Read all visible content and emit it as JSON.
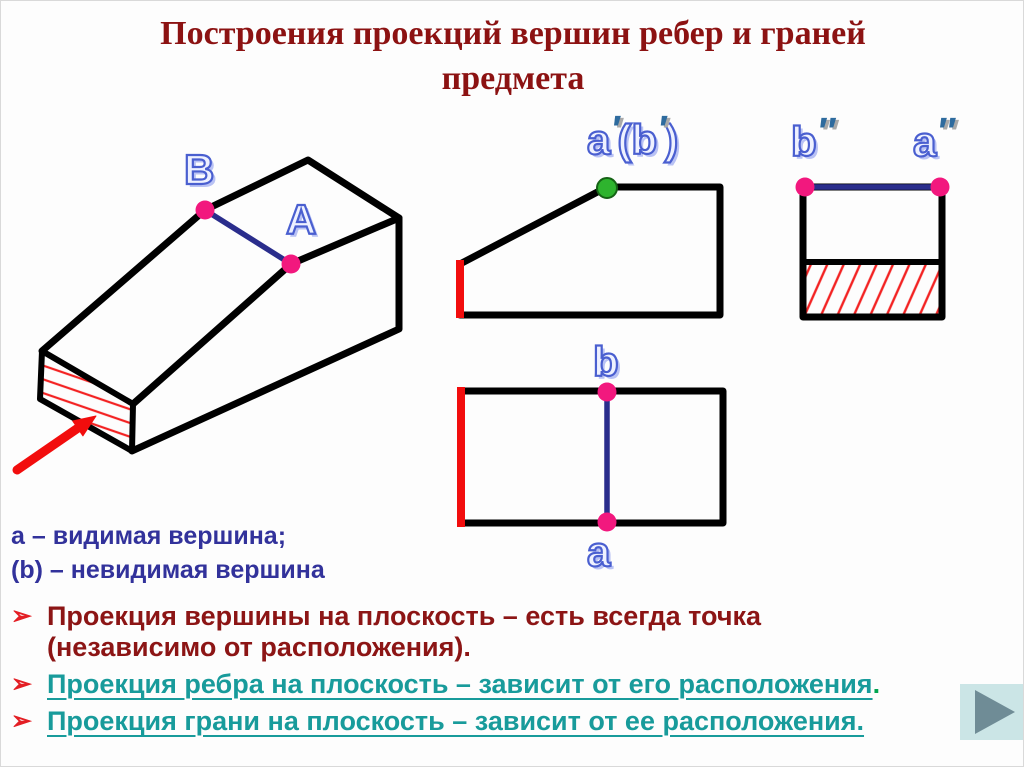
{
  "title": {
    "line1": "Построения проекций вершин ребер и граней",
    "line2": "предмета"
  },
  "iso_labels": {
    "B": "B",
    "A": "A"
  },
  "projection_labels": {
    "front": {
      "parts": [
        {
          "t": "a"
        },
        {
          "t": "′"
        },
        {
          "t": "(b"
        },
        {
          "t": "′"
        },
        {
          "t": ")"
        }
      ]
    },
    "side_b": {
      "letter": "b",
      "prime": "″"
    },
    "side_a": {
      "letter": "a",
      "prime": "″"
    },
    "top_b": "b",
    "top_a": "a"
  },
  "legend": {
    "line1": "a – видимая вершина;",
    "line2": "(b) – невидимая вершина"
  },
  "bullets": {
    "marker": "➢",
    "items": [
      {
        "line1": "Проекция вершины на плоскость  – есть всегда точка",
        "line2": "(независимо от расположения)."
      },
      {
        "text": "Проекция ребра на плоскость – зависит от его расположения",
        "suffix": "."
      },
      {
        "text": "Проекция грани на плоскость – зависит от ее  расположения."
      }
    ]
  },
  "nav": {
    "icon": "play-icon"
  },
  "colors": {
    "title": "#8c1212",
    "legend_blue": "#32329b",
    "bullet_marker_red": "#e31e24",
    "bullet_darkred": "#8c1515",
    "bullet_teal": "#189b9b",
    "suffix_green": "#00a550",
    "edge_black": "#000000",
    "edge_blue": "#2a2d8c",
    "edge_red": "#f20d0d",
    "hatch_red": "#f32222",
    "point_pink": "#f2187e",
    "point_green": "#2eb42e",
    "label_fill": "#eef1ff",
    "label_stroke": "#4a5fd0",
    "prime_blue": "#2e6b9e",
    "nav_bg": "#cbe5e6",
    "nav_triangle": "#6f8c96"
  }
}
